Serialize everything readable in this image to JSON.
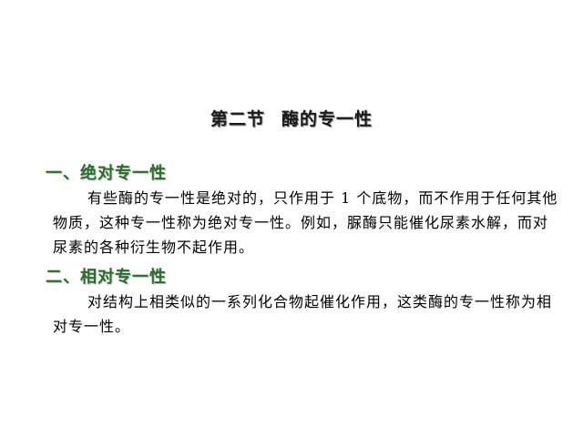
{
  "slide": {
    "title_part1": "第二节",
    "title_part2": "酶的专一性",
    "sections": [
      {
        "heading": "一、绝对专一性",
        "text": "有些酶的专一性是绝对的，只作用于 1 个底物，而不作用于任何其他物质，这种专一性称为绝对专一性。例如，脲酶只能催化尿素水解，而对尿素的各种衍生物不起作用。"
      },
      {
        "heading": "二、相对专一性",
        "text": "对结构上相类似的一系列化合物起催化作用，这类酶的专一性称为相对专一性。"
      }
    ]
  }
}
